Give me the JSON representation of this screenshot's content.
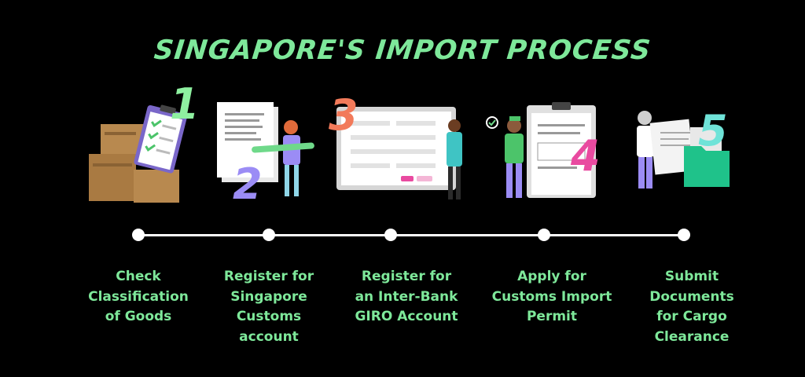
{
  "title": "SINGAPORE'S IMPORT PROCESS",
  "colors": {
    "accent_green": "#7ee89a",
    "number_1": "#8ef0a0",
    "number_2": "#9b8cf5",
    "number_3": "#f27a5a",
    "number_4": "#e94aa0",
    "number_5": "#6fe3d8",
    "background": "#000000"
  },
  "steps": [
    {
      "number": "1",
      "label_lines": [
        "Check",
        "Classification",
        "of Goods"
      ],
      "icon": "boxes-clipboard-icon"
    },
    {
      "number": "2",
      "label_lines": [
        "Register for",
        "Singapore",
        "Customs",
        "account"
      ],
      "icon": "person-with-pen-icon"
    },
    {
      "number": "3",
      "label_lines": [
        "Register for",
        "an Inter-Bank",
        "GIRO Account"
      ],
      "icon": "online-form-icon"
    },
    {
      "number": "4",
      "label_lines": [
        "Apply for",
        "Customs Import",
        "Permit"
      ],
      "icon": "permit-clipboard-icon"
    },
    {
      "number": "5",
      "label_lines": [
        "Submit",
        "Documents",
        "for Cargo",
        "Clearance"
      ],
      "icon": "document-folder-icon"
    }
  ]
}
